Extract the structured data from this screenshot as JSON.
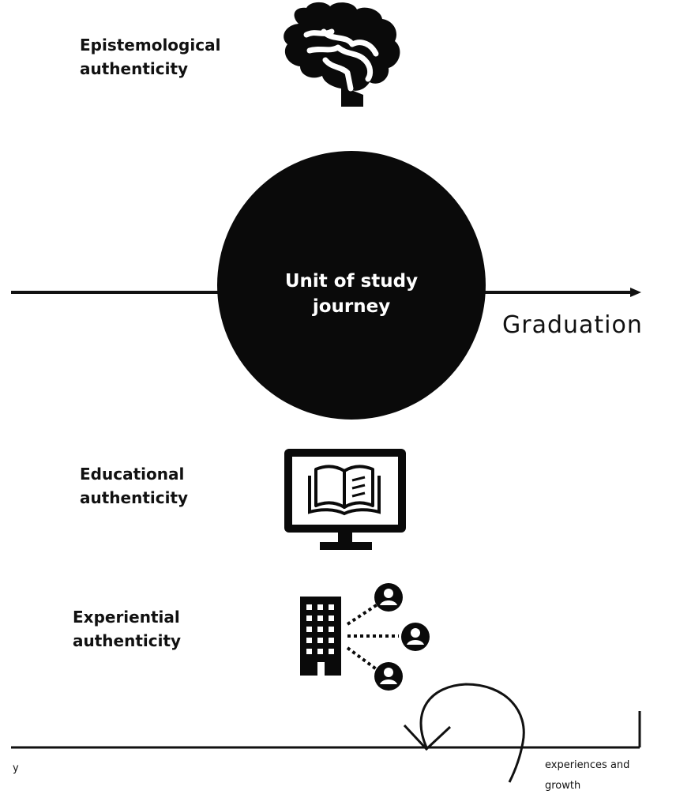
{
  "labels": {
    "epistemological": "Epistemological\nauthenticity",
    "educational": "Educational\nauthenticity",
    "experiential": "Experiential\nauthenticity"
  },
  "circle": {
    "text": "Unit of study\njourney"
  },
  "graduation": "Graduation",
  "footer": {
    "left_fragment": "y",
    "right_text": "experiences and\ngrowth"
  },
  "icons": [
    "brain-icon",
    "monitor-book-icon",
    "building-network-icon",
    "circular-arrow-icon"
  ]
}
